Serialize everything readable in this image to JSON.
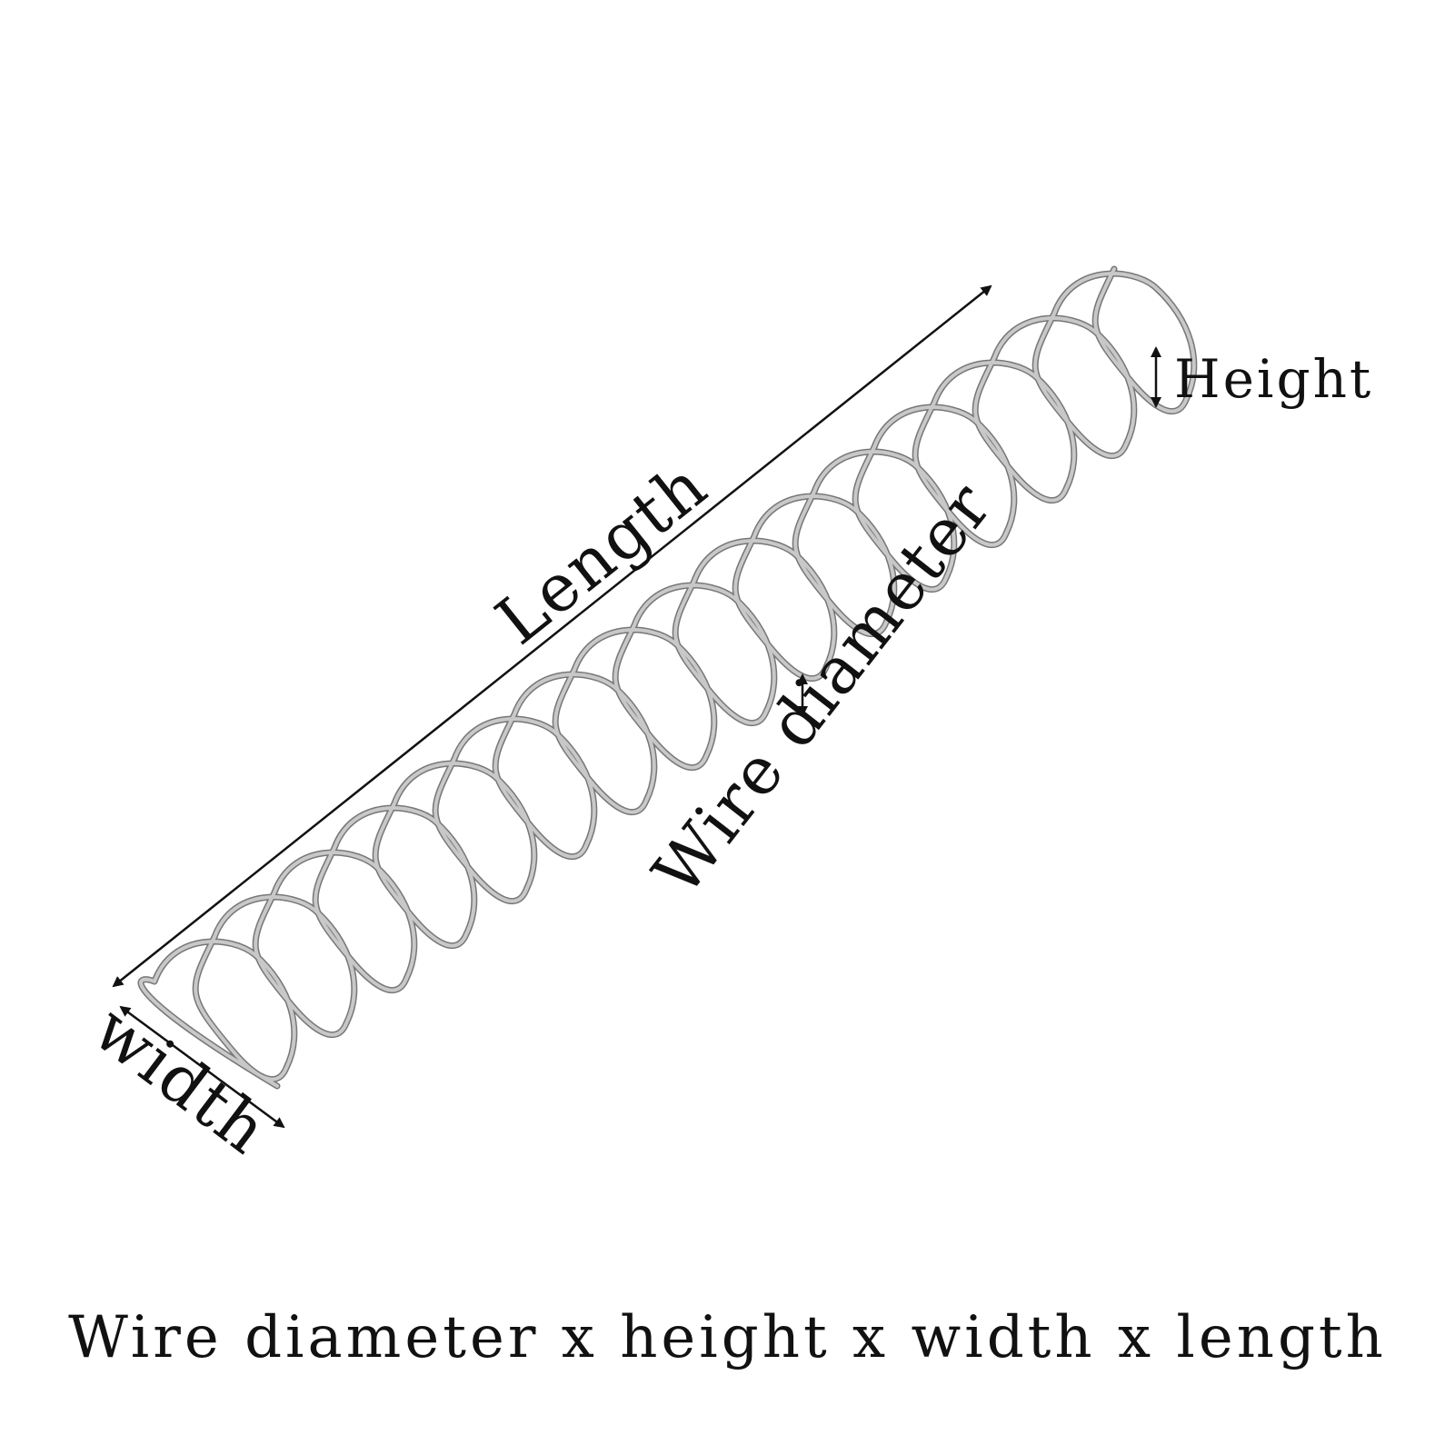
{
  "labels": {
    "length": "Length",
    "height": "Height",
    "width": "width",
    "wire_diameter": "Wire diameter"
  },
  "caption": "Wire diameter x height x width x length",
  "colors": {
    "wire": "#777777",
    "wire_highlight": "#c8c8c8",
    "ink": "#111111",
    "background": "#ffffff"
  },
  "spring": {
    "coils": 16
  }
}
